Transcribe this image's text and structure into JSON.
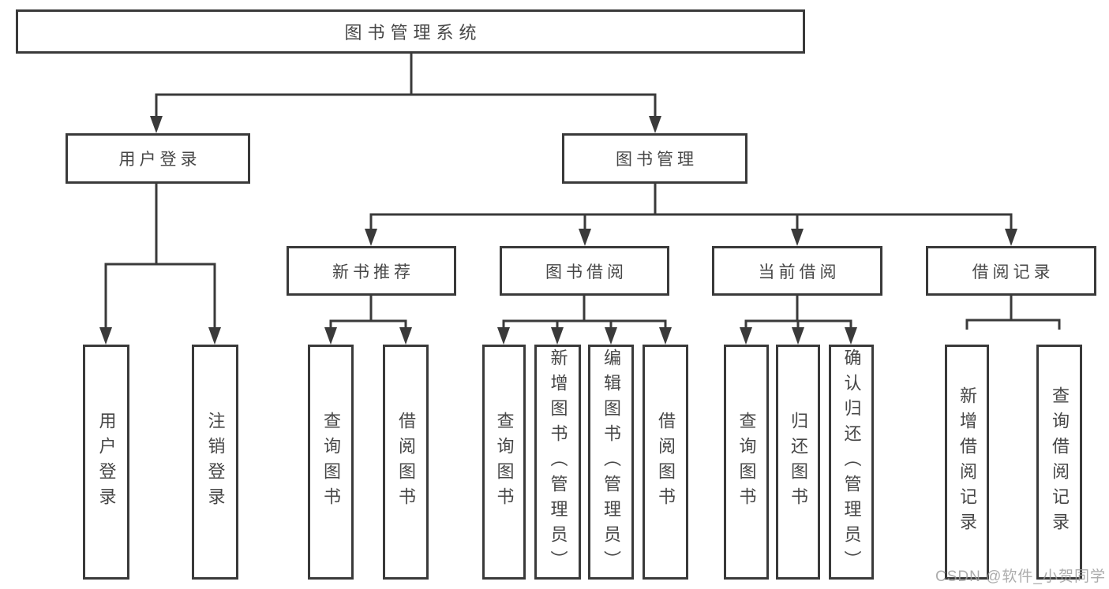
{
  "tree": {
    "root": "图书管理系统",
    "branches": [
      {
        "label": "用户登录",
        "leaves": [
          "用户登录",
          "注销登录"
        ]
      },
      {
        "label": "图书管理",
        "children": [
          {
            "label": "新书推荐",
            "leaves": [
              "查询图书",
              "借阅图书"
            ]
          },
          {
            "label": "图书借阅",
            "leaves": [
              "查询图书",
              "新增图书（管理员）",
              "编辑图书（管理员）",
              "借阅图书"
            ]
          },
          {
            "label": "当前借阅",
            "leaves": [
              "查询图书",
              "归还图书",
              "确认归还（管理员）"
            ]
          },
          {
            "label": "借阅记录",
            "leaves": [
              "新增借阅记录",
              "查询借阅记录"
            ]
          }
        ]
      }
    ]
  },
  "watermark": {
    "text": "CSDN @软件_小贺同学"
  },
  "colors": {
    "line": "#3a3a3a",
    "text": "#474747",
    "background": "#ffffff",
    "watermark": "#9e9e9e"
  }
}
